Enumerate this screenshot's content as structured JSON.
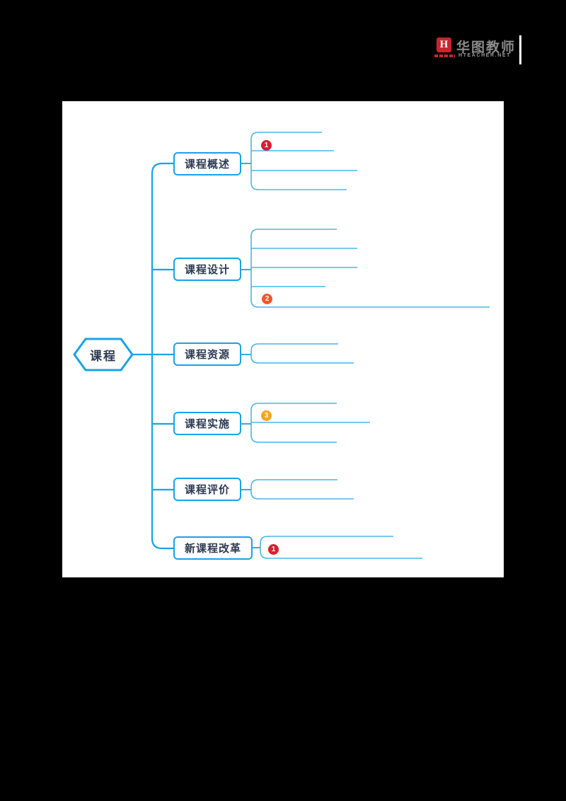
{
  "page": {
    "background": "#000000",
    "canvas_background": "#ffffff"
  },
  "logo": {
    "icon_text": "H",
    "icon_bg": "#c9252e",
    "brand": "华图教师",
    "domain": "HTEACHER.NET",
    "brand_color": "#8b8b8b"
  },
  "mindmap": {
    "root_label": "课程",
    "colors": {
      "accent": "#18a3e4",
      "child_line": "#49b6e8",
      "text": "#2c3a52",
      "badge_red": "#d6202f",
      "badge_orange": "#f0582a",
      "badge_amber": "#f6a41d"
    },
    "branches": [
      {
        "label": "课程概述",
        "children": [
          "",
          "",
          "",
          ""
        ],
        "badge": {
          "number": "1",
          "color": "#d6202f"
        }
      },
      {
        "label": "课程设计",
        "children": [
          "",
          "",
          "",
          "",
          ""
        ],
        "badge": {
          "number": "2",
          "color": "#f0582a"
        }
      },
      {
        "label": "课程资源",
        "children": [
          "",
          ""
        ]
      },
      {
        "label": "课程实施",
        "children": [
          "",
          "",
          ""
        ],
        "badge": {
          "number": "3",
          "color": "#f6a41d"
        }
      },
      {
        "label": "课程评价",
        "children": [
          "",
          ""
        ]
      },
      {
        "label": "新课程改革",
        "children": [
          "",
          ""
        ],
        "badge": {
          "number": "1",
          "color": "#d6202f"
        }
      }
    ]
  }
}
